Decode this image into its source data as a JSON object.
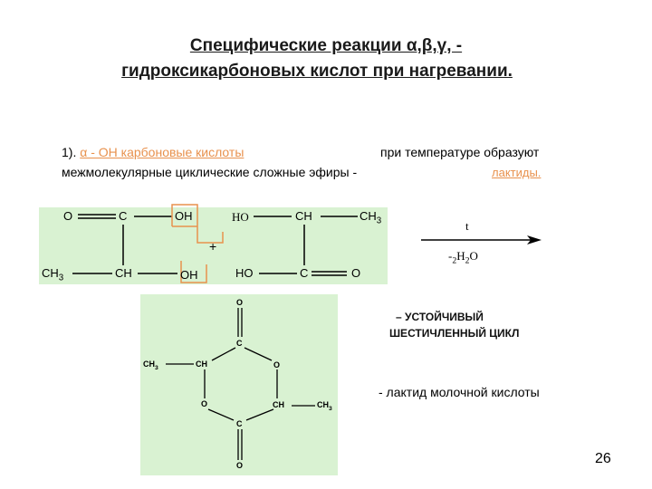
{
  "title": {
    "line1": "Специфические реакции α,β,γ, -",
    "line2": "гидроксикарбоновых кислот при нагревании."
  },
  "intro": {
    "number": "1).",
    "highlight": "α - ОН карбоновые кислоты",
    "text1": "при температуре образуют",
    "text2": "межмолекулярные циклические сложные эфиры -",
    "lactides": "лактиды."
  },
  "reaction": {
    "mol1": {
      "O": "O",
      "C1": "C",
      "OH": "OH",
      "CH3": "CH3",
      "CH": "CH",
      "OH2": "OH"
    },
    "mol2": {
      "HO": "HO",
      "CH": "CH",
      "CH3": "CH3",
      "HO2": "HO",
      "C": "C",
      "O": "O"
    },
    "plus": "+",
    "arrow_top": "t",
    "arrow_bottom": "-2H2O"
  },
  "lactide": {
    "O_top": "O",
    "C_top": "C",
    "CH3_left": "CH3",
    "CH_left": "CH",
    "O_right": "O",
    "O_left": "O",
    "CH_right": "CH",
    "CH3_right": "CH3",
    "C_bottom": "C",
    "O_bottom": "O"
  },
  "notes": {
    "stable1": "– УСТОЙЧИВЫЙ",
    "stable2": "ШЕСТИЧЛЕННЫЙ ЦИКЛ",
    "lactide_name": "- лактид молочной кислоты"
  },
  "page_number": "26",
  "colors": {
    "highlight": "#e8914d",
    "background_box": "#d9f2d2"
  }
}
